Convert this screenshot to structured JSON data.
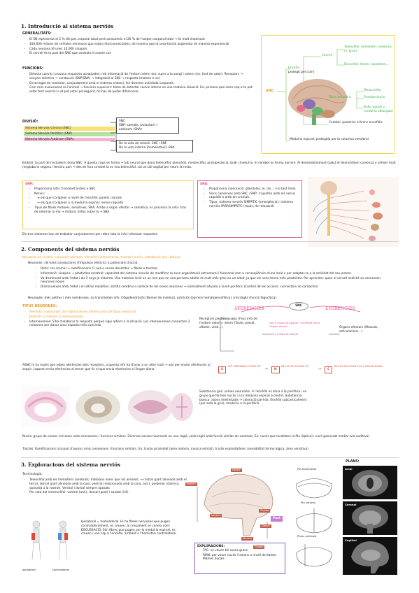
{
  "section1": {
    "title": "1.   Introducció al sistema nerviós",
    "generalitats_heading": "GENERALITATS:",
    "generalitats": [
      "El SN representa el 2 % del pes corporal total però consumeix el 20 % de l'oxigen corporal total → és molt important",
      "100.000 milions de cèl·lules nervioses que estan interconnectades, de manera que la seva funció augmenta de manera exponencial",
      "Cada neurona té unes 10.000 sinapsis",
      "El cervell és la part del SNC que controla el nostre cos"
    ],
    "funcions_heading": "FUNCIONS:",
    "funcions": [
      "Detecta canvis i provoca respostes apropiades: reb informació de l'entorn intern (ex: sucre a la sang) i extern (ex: font de calor): Receptors → senyals elèctrics → conducció (SNP/SNA) → integració al SNC → resposta (motora o no)",
      "Encarregat de controlar, conjuntament amb el sistema endocrí, les diverses activitats corporals",
      "Com més evolucionat és l'animal → funcions superiors: tema de detectar canvis interns en una mateixa situació. Ex: persona que corre cap a tu pot estar fent exercici o et pot estar perseguint, ho has de poder diferenciar."
    ],
    "divisio_heading": "DIVISIÓ:",
    "divisio": [
      "Sistema Nerviós Central (SNC)",
      "Sistema Nerviós Perifèric (SNP)",
      "Sistema Nerviós Autònom (SNA)"
    ],
    "divisio_box1": [
      "SNC",
      "SNP: somàtic (voluntari) /",
      "autònom (SNA)"
    ],
    "divisio_box2": [
      "De la vida de relació: SNC i SNP",
      "De la vida interna (homeòstasi): SNA"
    ],
    "embrio": "Embrió: la part de l'ectoderm dona SNC. A questa capa es forma → tub neural que dona telencèfal, diencèfal, mesencèfal, protuberància, bulb i medul·la. El cerebel es forma darrere. Al dessembriament (plàs) el telencèfalen comença a créixer molt (engloba la segona i tercera part → des de fora cerebel·la es veu telencèfal, cal un tall sagital per veure la resta.",
    "snp_box": {
      "title": "SNP:",
      "items": [
        "Proporciona info i transmet ordres a SNC",
        "Nervis:",
        "→ els que s'originen a nivell de l'encèfal: parells cranials",
        "→ els que s'originen a la medul·la espinal: nervis raquidis",
        "Tipus de fibres motores, sensitives, SNA. Arriba a òrgan efector → somàtica, es processa la info i tras de retornar la mà → motora. Estàs sobre la → SNA"
      ]
    },
    "sna_box": {
      "title": "SNA:",
      "items": [
        "Proporciona innervació: glàndules, m. llis... i no tant límia",
        "Viscs conserves amb SNC i SNP: s'ajunten amb els nervis raquidis o amb els cranials",
        "Tipus: sistema nerviós SIMPÀTIC (emergència) i sistema nerviós PARASIMPÀTIC (repòs, de relaxació)"
      ]
    },
    "sna_footer": "Els tres sistemes han de treballar conjuntament per rebre tota la info i efectuar respostes",
    "brain_diagram": {
      "snc_label": "SNC",
      "encefal": "Encèfal",
      "encefal_desc": "protegit pel crani",
      "cervell": "Cervell",
      "telencefal": "Telencèfal: hemisferis cerebrals (+ gran)",
      "diencefal": "Diencèfal: tàlem, hipotàlem...",
      "mesencefal": "Mesencèfal",
      "protuberancia": "Protuberància",
      "bulb": "Bulb raquidi o medul·la oblongata",
      "tronc": "Tronc encefàlic",
      "cerebel": "Cerebel: posterior al tronc encefàlic",
      "medulla": "Medul·la espinal: protegida per la columna vertebral"
    }
  },
  "section2": {
    "title": "2.   Components del sistema nerviós",
    "components_line": "Neurones en sí soles, neurones aferents, eferents i internerones, tractes i nuclis, substància gris i blanca",
    "neurones_line": "Neurones: cèl·lules conductores d'impulsos elèctrics o potencials d'acció.",
    "neurones_items": [
      "Parts: cos (soma) + ramificacions (1 axó o varies dendrites → fibres o tractes)",
      "Informació: sinapsis → plasticitat cerebral: capacitat del sistema nerviós de modificar la seva organització estructural i funcional com a conseqüència d'una lesió o per adaptar-se a la activitat del seu entorn.",
      "Va disminuint amb l'edat i als 2 anys ja màxima. Una mateixa lesió en un nen que en una persona adulta és molt més greu en un adult, ja que els nens tenen més plasticitat. Per aprendre: quan el cervell està bé es connecten neurones noves",
      "Disminueixen amb l'edat i en altres malalties: atròfia cerebral o cortical de les seves neurones → normalment situada a nivell perifèric (Control de les accions: connectors i/o contactes)"
    ],
    "neuroglia": "Neuroglia: més petites i més nombroses, no transmeten info. Oligodendròcits (Beines de mielina), astròcits (barrera hematoencefàlica) i micròglia (funció fagocítica)",
    "tipus_heading": "TIPUS NEURONES:",
    "tipus": [
      "Aferents o sensorials (la majoria de les aferents són de tipus sensorial)",
      "Eferents o motores o motoneurones",
      "Interneurones: S'ha d'elaborar la resposta perquè sigui adient a la situació. Les interneurones connecten 2 neurones per donar una resposta més concreta"
    ],
    "flow": {
      "snc": "SNC",
      "aferencies": "AFERÈNCIES",
      "eferencies": "EFERÈNCIES",
      "receptors": "Receptors perifèrics: una d'eus info de l'entorn extern i intern (Tacte, presió, olfacte, visió...)",
      "organs": "Òrgans efectors (Músculs, articulacions...)",
      "mid1": "Via: a medul·la espinal → perifèria fins a l'òrgan efector",
      "mid2": "Via: a medul·la espinal"
    },
    "asnc_line": "ASNC hi ha nuclis que reben aferències dels receptors, a questa info ha d'anar a un altre nucli → així per enviar eferències al seguir i aquest envia eferències al tercer que és el que envia eferències a l'òrgan diana",
    "chain": [
      "S",
      "AFF VEREMENA COMMU EF",
      "N",
      "REP AF DE S ENVIA EF",
      "C",
      "REP AF DE N ENVIA EF A ÒRGAN DIANA"
    ],
    "substancia": "Substància gris: somes neuronals. A l'encèfal es situa a la perifèria i en grups que formen nuclis i a la medul·la espinal a centre. Substància blanca: axons mielinitzats → coloració pàl·lida. Encèfal subcorticalment (per sota la gris), medul·la a la perifèria",
    "nuclis": "Nuclis: grups de cossos cel·lulars amb connexions i funcions similars. Diversos cossos neuronals en una regió, cada regió amb funció similar als anomals. Ex: nuclis que localitzen la fila (òptica) i nucli geniculat medial (via auditiva)",
    "tractes": "Tractes: Ramificacions (conjunt d'axons) amb connexions i funcions similars. Ex: tracte piramidal (àrea motora, mascul estriat), tracte espinotalàmic (sensibilitat termo àlgica, àrea sensitiva)"
  },
  "section3": {
    "title": "3.   Exploracions del sistema nerviós",
    "terminologia": "Terminologia:",
    "terms": [
      "Telencèfal amb els hemisferis cerebrals: mateixos noms que als animals: → rostral (part alineada amb el terra), dorsal (part alineada amb la cua), ventral (relacionada amb la cara, ant.), posterior (darrera, oposada a la rostral). Ventral i dorsal sempre oposats",
      "Per sota del mesencèfal: ventral (ant.), dorsal (post) i caudal (inf)."
    ],
    "ipsi": "Ipsilateral = homolateral. Hi ha fibres nervioses que pugen contralateralment, es creuen: al creuament es coneix com: DECUSSACIÓ. Són fibres que pugen per la medul·la espinal, es creuen i van cap a l'encèfal, arribant a l'hemisferi contralateral",
    "ipsilateral_label": "Ipsilateral",
    "contralateral_label": "Contralateral",
    "axis_labels": [
      "Rostral",
      "Dorsal",
      "Ventral",
      "Caudal",
      "Dorsal",
      "Ventral",
      "Caudal"
    ],
    "post_label": "Post",
    "explor_heading": "EXPLORACIONS:",
    "explor_items": [
      "TAC: es veuen bé coses grans",
      "RMN: per veure nuclis i lesions a nivell del tàlem. Màmes docals"
    ],
    "plans_heading": "PLANS:",
    "plans": [
      "Pla horitzontal",
      "Pla coronal",
      "Plans verticals"
    ],
    "mri_labels": [
      "Axial",
      "Coronal",
      "Sagittal"
    ]
  },
  "colors": {
    "accent_orange": "#f0992c",
    "accent_green": "#3fae4a",
    "accent_pink": "#e0488f",
    "accent_purple": "#8b5fc6",
    "box_yellow": "#f3d54a",
    "box_pink": "#e3568f"
  }
}
